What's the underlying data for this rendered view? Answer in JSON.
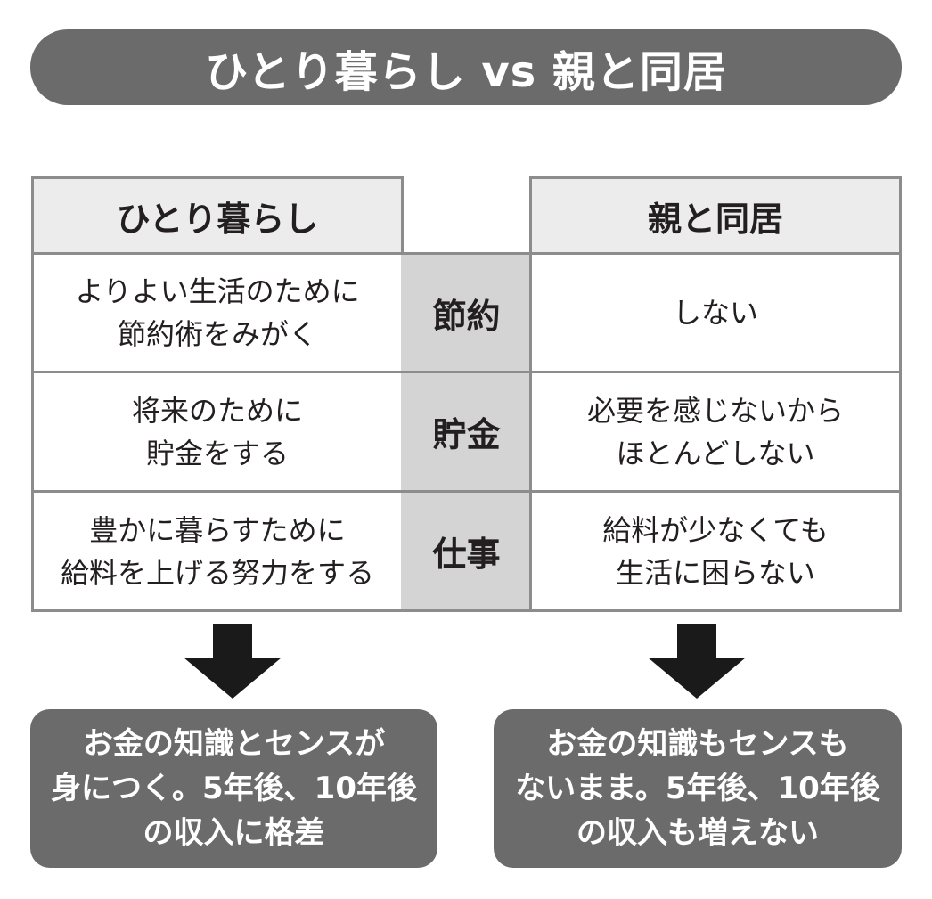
{
  "title": "ひとり暮らし vs 親と同居",
  "columns": {
    "left_header": "ひとり暮らし",
    "right_header": "親と同居"
  },
  "rows": [
    {
      "category": "節約",
      "left": "よりよい生活のために\n節約術をみがく",
      "right": "しない"
    },
    {
      "category": "貯金",
      "left": "将来のために\n貯金をする",
      "right": "必要を感じないから\nほとんどしない"
    },
    {
      "category": "仕事",
      "left": "豊かに暮らすために\n給料を上げる努力をする",
      "right": "給料が少なくても\n生活に困らない"
    }
  ],
  "results": {
    "left": "お金の知識とセンスが\n身につく。5年後、10年後\nの収入に格差",
    "right": "お金の知識もセンスも\nないまま。5年後、10年後\nの収入も増えない"
  },
  "colors": {
    "dark_gray": "#6b6b6b",
    "header_gray": "#ececec",
    "middle_gray": "#d4d4d4",
    "border": "#8c8c8c",
    "arrow": "#1a1a1a"
  },
  "icons": [
    "down-arrow-icon",
    "down-arrow-icon"
  ]
}
